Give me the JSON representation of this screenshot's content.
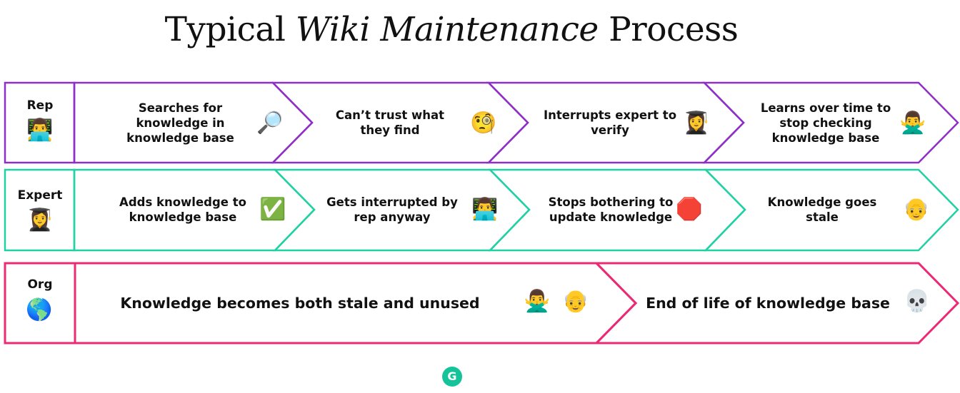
{
  "title": {
    "part1": "Typical ",
    "part2": "Wiki Maintenance",
    "part3": " Process"
  },
  "colors": {
    "rep": "#8e2fc7",
    "expert": "#1fd1a3",
    "org": "#ec2a74",
    "logo": "#15c39a"
  },
  "lanes": [
    {
      "label": "Rep",
      "icon": "technologist-emoji",
      "icon_glyph": "👨‍💻",
      "steps": [
        {
          "text": "Searches for knowledge in knowledge base",
          "icon": "magnifying-glass-emoji",
          "icon_glyph": "🔎"
        },
        {
          "text": "Can’t trust what they find",
          "icon": "face-with-monocle-emoji",
          "icon_glyph": "🧐"
        },
        {
          "text": "Interrupts expert to verify",
          "icon": "graduate-emoji",
          "icon_glyph": "👩‍🎓"
        },
        {
          "text": "Learns over time to stop checking knowledge base",
          "icon": "gesturing-no-emoji",
          "icon_glyph": "🙅‍♂️"
        }
      ]
    },
    {
      "label": "Expert",
      "icon": "graduate-emoji",
      "icon_glyph": "👩‍🎓",
      "steps": [
        {
          "text": "Adds knowledge to knowledge base",
          "icon": "check-mark-button-emoji",
          "icon_glyph": "✅"
        },
        {
          "text": "Gets interrupted by rep anyway",
          "icon": "technologist-emoji",
          "icon_glyph": "👨‍💻"
        },
        {
          "text": "Stops bothering to update knowledge",
          "icon": "stop-sign-emoji",
          "icon_glyph": "🛑"
        },
        {
          "text": "Knowledge goes stale",
          "icon": "older-person-emoji",
          "icon_glyph": "👴"
        }
      ]
    },
    {
      "label": "Org",
      "icon": "globe-emoji",
      "icon_glyph": "🌎",
      "steps": [
        {
          "text": "Knowledge becomes both stale and unused",
          "icons": [
            "gesturing-no-emoji",
            "older-person-emoji"
          ],
          "icon_glyphs": [
            "🙅‍♂️",
            "👴"
          ]
        },
        {
          "text": "End of life of knowledge base",
          "icon": "skull-emoji",
          "icon_glyph": "💀"
        }
      ]
    }
  ],
  "logo": {
    "letter": "G",
    "icon": "grammarly-logo-icon"
  }
}
